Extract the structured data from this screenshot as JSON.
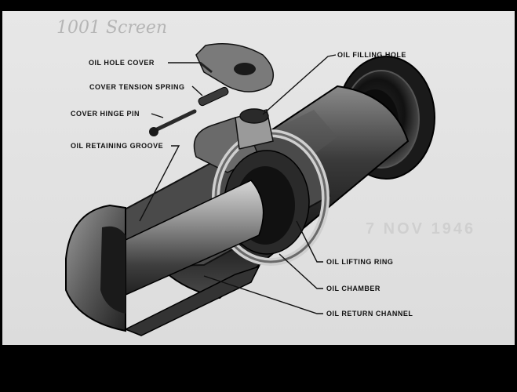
{
  "handwritten_note": "1001 Screen",
  "date_stamp": "7 NOV 1946",
  "labels": {
    "oil_hole_cover": "OIL HOLE COVER",
    "cover_tension_spring": "COVER TENSION SPRING",
    "cover_hinge_pin": "COVER HINGE PIN",
    "oil_retaining_groove": "OIL RETAINING GROOVE",
    "oil_filling_hole": "OIL FILLING HOLE",
    "oil_lifting_ring": "OIL LIFTING RING",
    "oil_chamber": "OIL CHAMBER",
    "oil_return_channel": "OIL RETURN CHANNEL"
  }
}
